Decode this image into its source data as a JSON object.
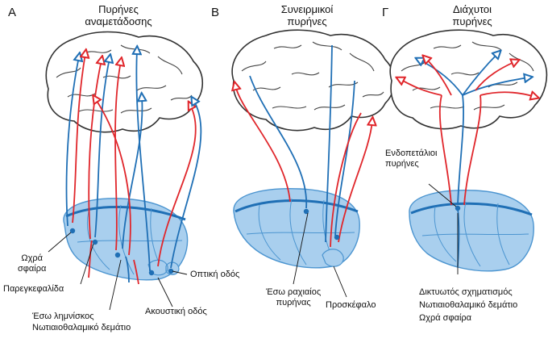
{
  "panels": [
    {
      "letter": "Α",
      "title_line1": "Πυρήνες",
      "title_line2": "αναμετάδοσης",
      "labels": {
        "globus_1": "Ωχρά",
        "globus_2": "σφαίρα",
        "cerebellum": "Παρεγκεφαλίδα",
        "lemniscus": "Έσω λημνίσκος",
        "spinothalamic": "Νωτιαιοθαλαμικό δεμάτιο",
        "optic": "Οπτική οδός",
        "auditory": "Ακουστική οδός"
      }
    },
    {
      "letter": "Β",
      "title_line1": "Συνειρμικοί",
      "title_line2": "πυρήνες",
      "labels": {
        "dorsomedial_1": "Έσω ραχιαίος",
        "dorsomedial_2": "πυρήνας",
        "pulvinar": "Προσκέφαλο"
      }
    },
    {
      "letter": "Γ",
      "title_line1": "Διάχυτοι",
      "title_line2": "πυρήνες",
      "labels": {
        "intralaminar_1": "Ενδοπετάλιοι",
        "intralaminar_2": "πυρήνες",
        "reticular": "Δικτυωτός σχηματισμός",
        "spinothalamic": "Νωτιαιοθαλαμικό δεμάτιο",
        "globus": "Ωχρά σφαίρα"
      }
    }
  ],
  "colors": {
    "blue": "#1f6fb5",
    "red": "#e0262b",
    "thalamus_fill": "#a9cfee",
    "thalamus_stroke": "#4c95d0",
    "brain_stroke": "#333333"
  }
}
